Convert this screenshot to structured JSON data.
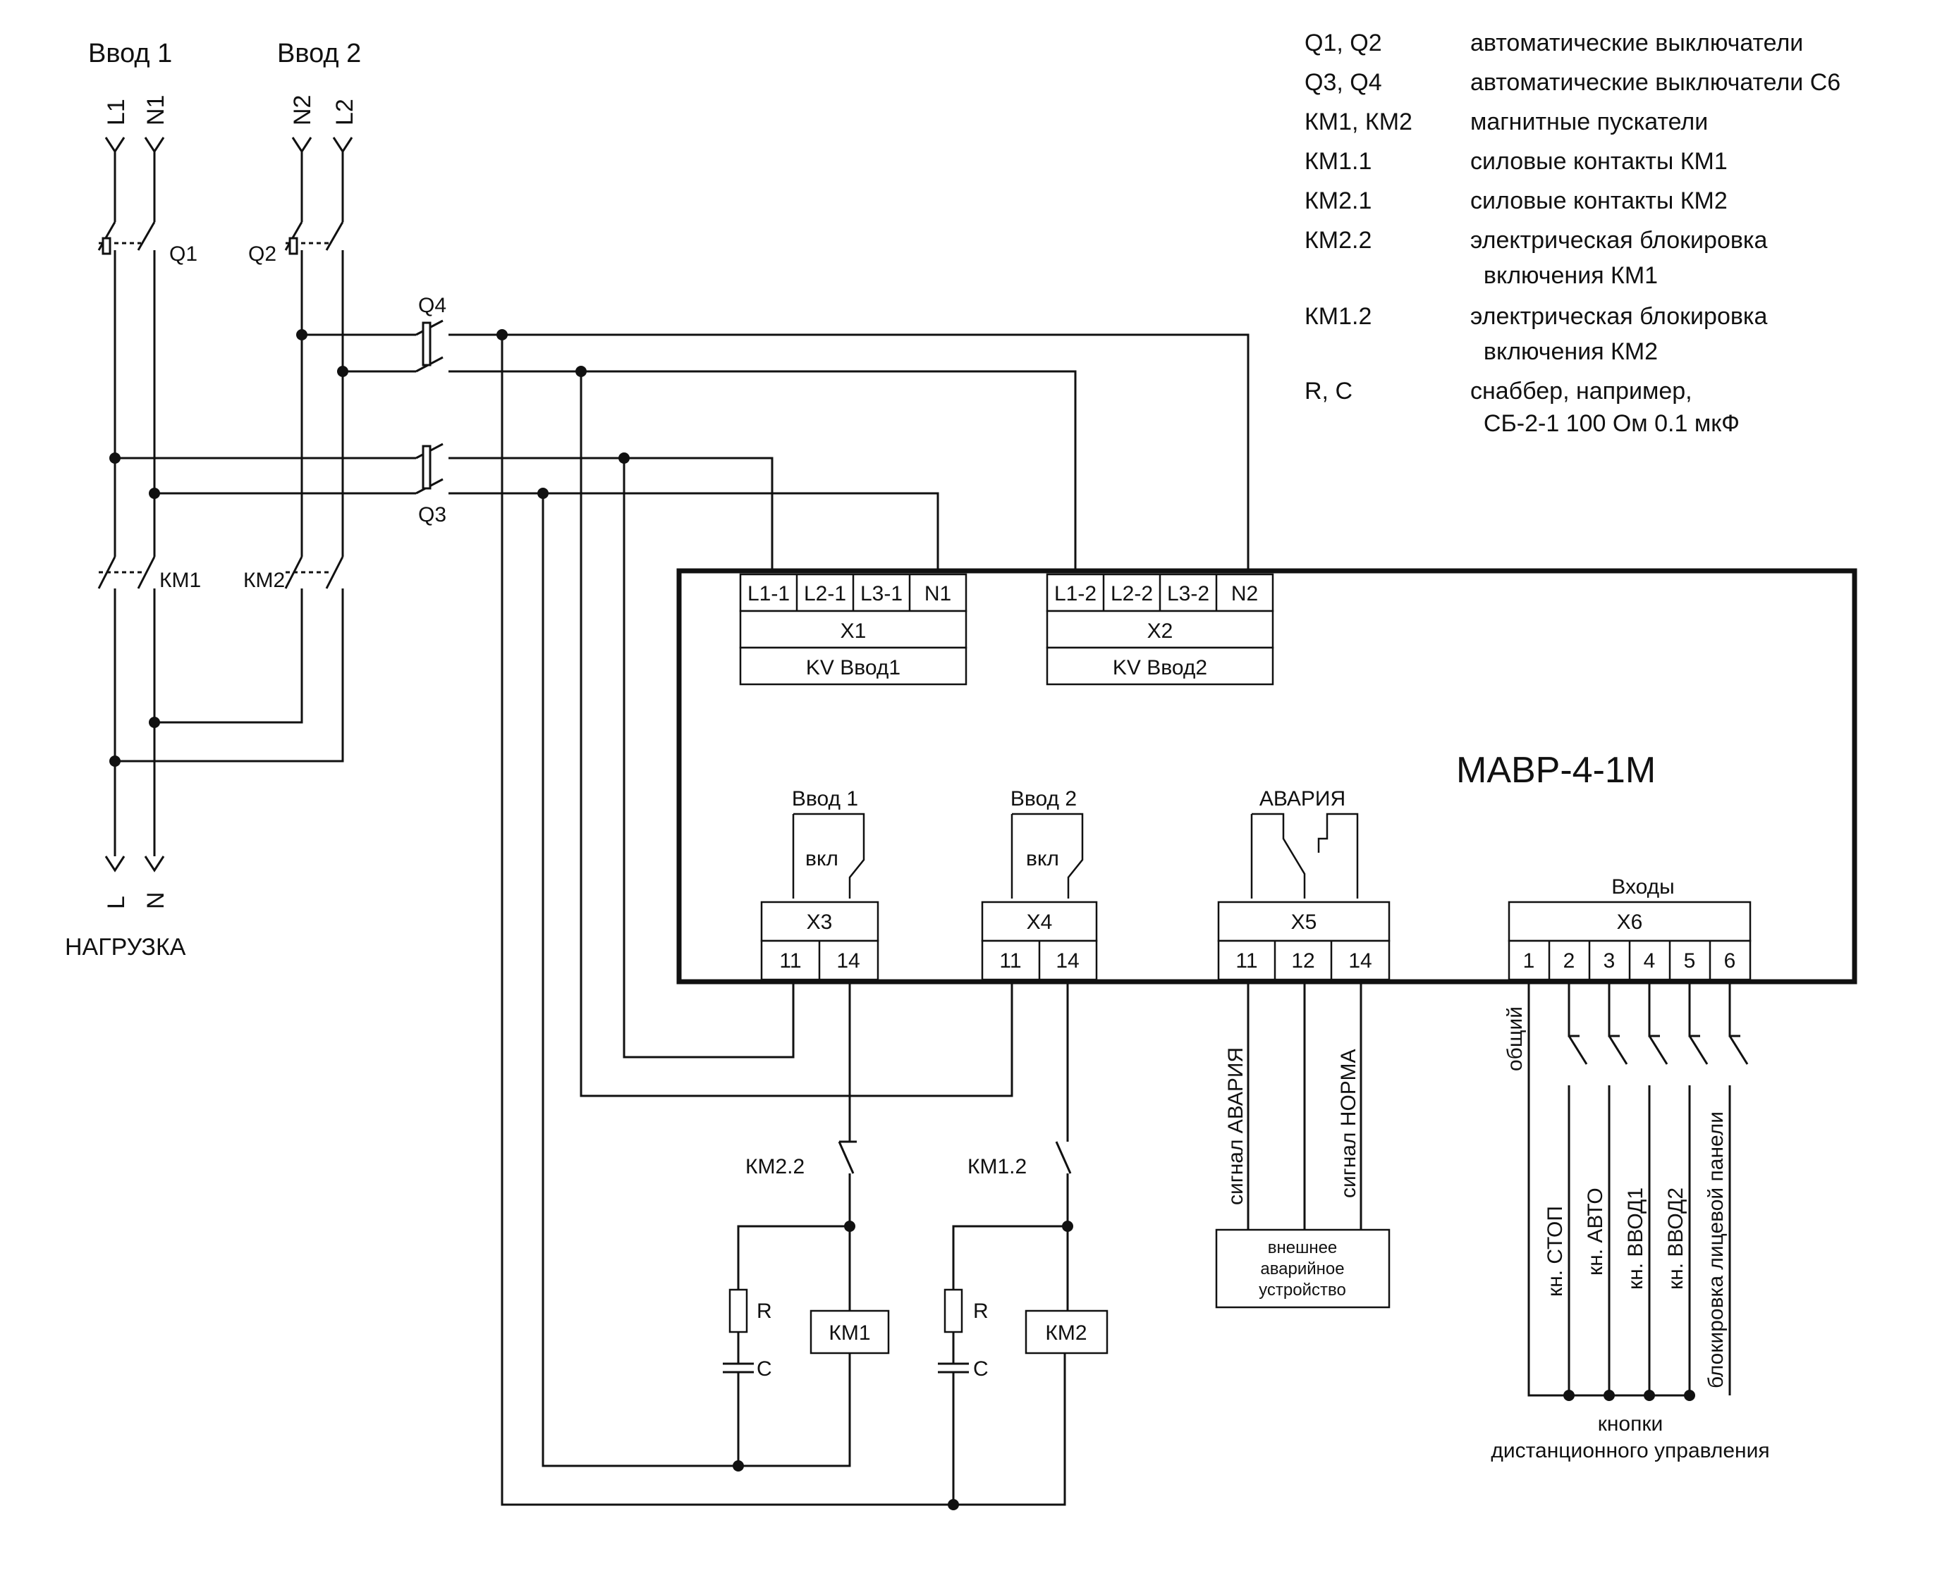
{
  "inputs": {
    "in1": "Ввод 1",
    "in2": "Ввод 2"
  },
  "phase_labels": {
    "l1": "L1",
    "n1": "N1",
    "n2": "N2",
    "l2": "L2",
    "l_out": "L",
    "n_out": "N"
  },
  "load_label": "НАГРУЗКА",
  "breakers": {
    "q1": "Q1",
    "q2": "Q2",
    "q3": "Q3",
    "q4": "Q4"
  },
  "contactors": {
    "km1": "КМ1",
    "km2": "КМ2"
  },
  "device_title": "МАВР-4-1М",
  "x1": {
    "name": "X1",
    "kv": "KV Ввод1",
    "pins": [
      "L1-1",
      "L2-1",
      "L3-1",
      "N1"
    ]
  },
  "x2": {
    "name": "X2",
    "kv": "KV Ввод2",
    "pins": [
      "L1-2",
      "L2-2",
      "L3-2",
      "N2"
    ]
  },
  "x3": {
    "name": "X3",
    "relay_label": "Ввод 1",
    "contact_label": "вкл",
    "pins": [
      "11",
      "14"
    ]
  },
  "x4": {
    "name": "X4",
    "relay_label": "Ввод 2",
    "contact_label": "вкл",
    "pins": [
      "11",
      "14"
    ]
  },
  "x5": {
    "name": "X5",
    "relay_label": "АВАРИЯ",
    "pins": [
      "11",
      "12",
      "14"
    ]
  },
  "x6": {
    "name": "X6",
    "group_label": "Входы",
    "pins": [
      "1",
      "2",
      "3",
      "4",
      "5",
      "6"
    ]
  },
  "signals": {
    "alarm": "сигнал АВАРИЯ",
    "norm": "сигнал НОРМА"
  },
  "external_device": [
    "внешнее",
    "аварийное",
    "устройство"
  ],
  "interlocks": {
    "km22": "КМ2.2",
    "km12": "КМ1.2"
  },
  "snubber": {
    "r": "R",
    "c": "C"
  },
  "x6_inputs": {
    "common": "общий",
    "stop": "кн. СТОП",
    "auto": "кн. АВТО",
    "in1": "кн. ВВОД1",
    "in2": "кн. ВВОД2",
    "lock": "блокировка лицевой панели"
  },
  "buttons_caption": [
    "кнопки",
    "дистанционного управления"
  ],
  "legend": [
    {
      "code": "Q1, Q2",
      "desc": [
        "автоматические выключатели"
      ]
    },
    {
      "code": "Q3, Q4",
      "desc": [
        "автоматические выключатели С6"
      ]
    },
    {
      "code": "КМ1, КМ2",
      "desc": [
        "магнитные пускатели"
      ]
    },
    {
      "code": "КМ1.1",
      "desc": [
        "силовые контакты КМ1"
      ]
    },
    {
      "code": "КМ2.1",
      "desc": [
        "силовые контакты КМ2"
      ]
    },
    {
      "code": "КМ2.2",
      "desc": [
        "электрическая блокировка",
        "  включения КМ1"
      ]
    },
    {
      "code": "КМ1.2",
      "desc": [
        "электрическая блокировка",
        "  включения КМ2"
      ]
    },
    {
      "code": "R, C",
      "desc": [
        "снаббер, например,",
        "  СБ-2-1 100 Ом 0.1 мкФ"
      ]
    }
  ]
}
